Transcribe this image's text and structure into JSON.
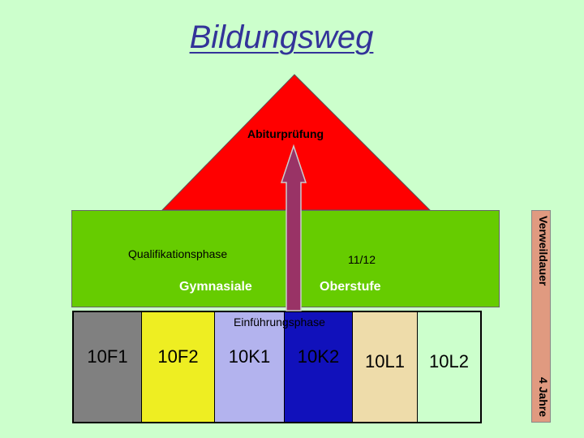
{
  "title": "Bildungsweg",
  "apex": {
    "label": "Abiturprüfung",
    "color": "#ff0000"
  },
  "upper": {
    "phase_label": "Qualifikationsphase",
    "grade_label": "11/12",
    "gym_label": "Gymnasiale",
    "ober_label": "Oberstufe",
    "color": "#66cc00"
  },
  "intro_label": "Einführungsphase",
  "classes": [
    {
      "label": "10F1",
      "color": "#808080"
    },
    {
      "label": "10F2",
      "color": "#eeee22"
    },
    {
      "label": "10K1",
      "color": "#b3b3ee"
    },
    {
      "label": "10K2",
      "color": "#1111bb"
    },
    {
      "label": "10L1",
      "color": "#eedcaa"
    },
    {
      "label": "10L2",
      "color": "#ccffcc"
    }
  ],
  "arrow_color": "#993366",
  "side": {
    "label_left": "Verweildauer",
    "label_right": "4 Jahre",
    "color": "#e09a80"
  }
}
